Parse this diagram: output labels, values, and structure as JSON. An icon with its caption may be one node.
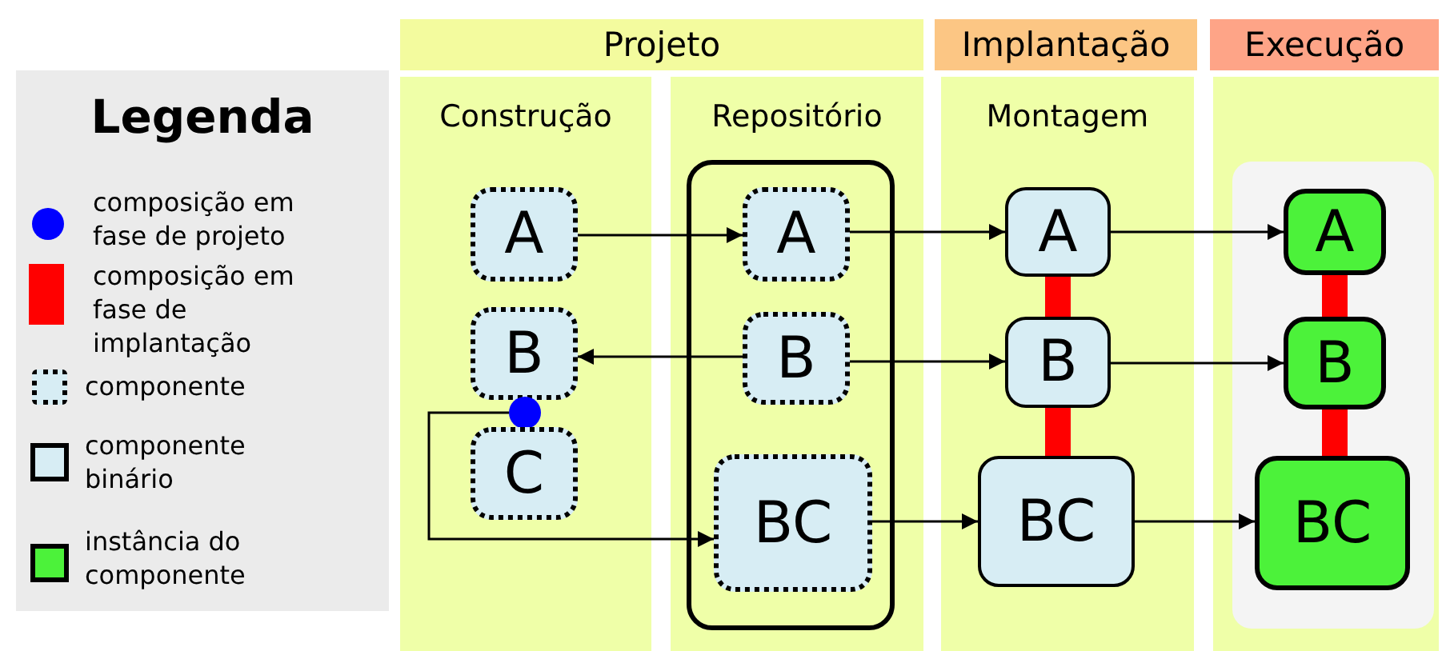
{
  "diagram": {
    "nodes": [
      {
        "text": [
          "Projeto"
        ]
      },
      {
        "text": [
          "Implantação"
        ]
      },
      {
        "text": [
          "Execução"
        ]
      },
      {
        "text": [
          "Construção"
        ]
      },
      {
        "text": [
          "A"
        ],
        "in": 3
      },
      {
        "text": [
          "B"
        ],
        "in": 3
      },
      {
        "text": [],
        "shape": "circle",
        "in": 3
      },
      {
        "text": [
          "C"
        ],
        "in": 3
      },
      {
        "text": [
          "Repositório"
        ]
      },
      {
        "text": [],
        "shape": "box",
        "in": 8
      },
      {
        "text": [
          "A"
        ],
        "in": 9
      },
      {
        "text": [
          "B"
        ],
        "in": 9
      },
      {
        "text": [
          "BC"
        ],
        "in": 9
      },
      {
        "text": [
          "Montagem"
        ]
      },
      {
        "text": [
          "A"
        ],
        "in": 13
      },
      {
        "text": [
          "B"
        ],
        "in": 13
      },
      {
        "text": [
          "BC"
        ],
        "in": 13
      },
      {
        "text": [],
        "shape": "box"
      },
      {
        "text": [],
        "shape": "box",
        "in": 17
      },
      {
        "text": [
          "A"
        ],
        "in": 18
      },
      {
        "text": [
          "B"
        ],
        "in": 18
      },
      {
        "text": [
          "BC"
        ],
        "in": 18
      }
    ],
    "edges": [
      {
        "from": 4,
        "to": 10,
        "arrow": "to"
      },
      {
        "from": 11,
        "to": 5,
        "arrow": "to"
      },
      {
        "from": 6,
        "to": 12,
        "arrow": "to"
      },
      {
        "from": 10,
        "to": 14,
        "arrow": "to"
      },
      {
        "from": 11,
        "to": 15,
        "arrow": "to"
      },
      {
        "from": 12,
        "to": 16,
        "arrow": "to"
      },
      {
        "from": 14,
        "to": 19,
        "arrow": "to"
      },
      {
        "from": 15,
        "to": 20,
        "arrow": "to"
      },
      {
        "from": 16,
        "to": 21,
        "arrow": "to"
      },
      {
        "from": 14,
        "to": 15,
        "arrow": "none",
        "style": "thick",
        "color": "#ff0000"
      },
      {
        "from": 15,
        "to": 16,
        "arrow": "none",
        "style": "thick",
        "color": "#ff0000"
      },
      {
        "from": 19,
        "to": 20,
        "arrow": "none",
        "style": "thick",
        "color": "#ff0000"
      },
      {
        "from": 20,
        "to": 21,
        "arrow": "none",
        "style": "thick",
        "color": "#ff0000"
      }
    ],
    "labels": [
      "Legenda"
    ],
    "legend": [
      {
        "text": "composição em fase de projeto",
        "color": "#0000ff"
      },
      {
        "text": "composição em fase de implantação",
        "color": "#ff0000"
      },
      {
        "text": "componente"
      },
      {
        "text": "componente binário"
      },
      {
        "text": "instância do componente",
        "color": "#4cf23a"
      }
    ]
  }
}
